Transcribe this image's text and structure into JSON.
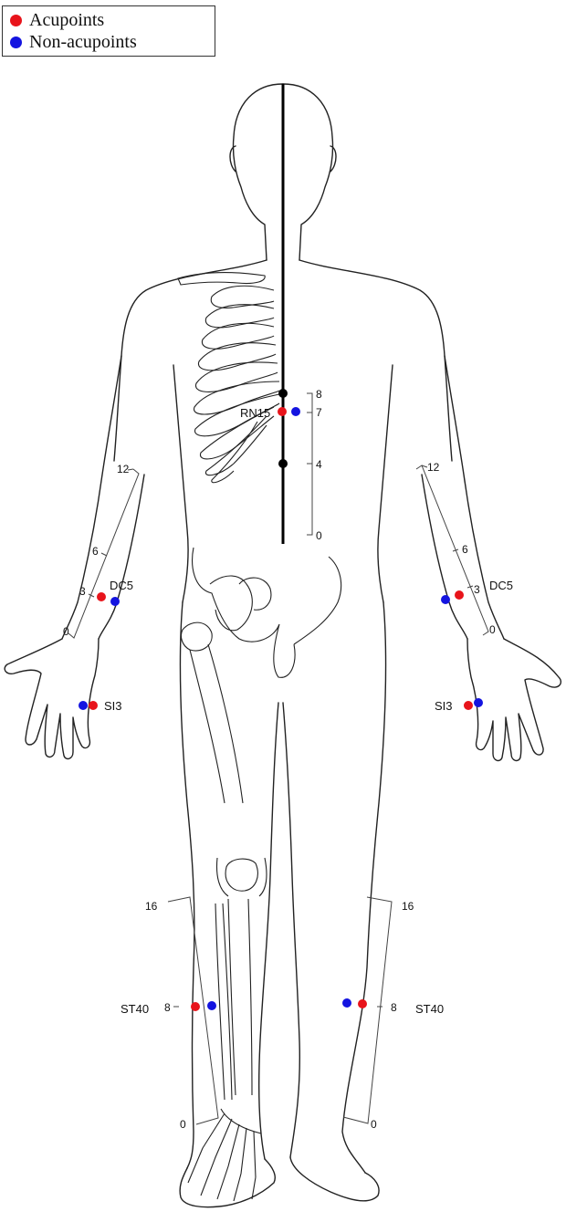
{
  "legend": {
    "items": [
      {
        "label": "Acupoints",
        "color": "#e8141b"
      },
      {
        "label": "Non-acupoints",
        "color": "#1414e0"
      }
    ]
  },
  "colors": {
    "acupoint": "#e8141b",
    "non_acupoint": "#1414e0",
    "midline_marker": "#000000"
  },
  "labels": {
    "rn15": "RN15",
    "dc5_right": "DC5",
    "dc5_left": "DC5",
    "si3_right": "SI3",
    "si3_left": "SI3",
    "st40_right": "ST40",
    "st40_left": "ST40"
  },
  "scales": {
    "torso": [
      "8",
      "7",
      "4",
      "0"
    ],
    "arm_right": [
      "12",
      "6",
      "3",
      "0"
    ],
    "arm_left": [
      "12",
      "6",
      "3",
      "0"
    ],
    "leg_right": [
      "16",
      "8",
      "0"
    ],
    "leg_left": [
      "16",
      "8",
      "0"
    ]
  }
}
